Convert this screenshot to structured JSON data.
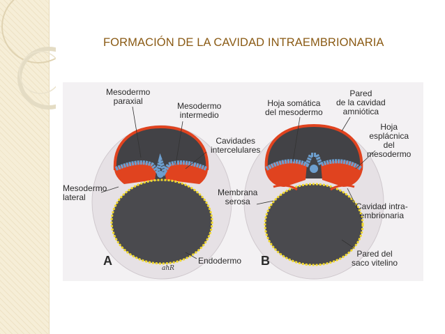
{
  "slide": {
    "title": "FORMACIÓN DE LA CAVIDAD INTRAEMBRIONARIA"
  },
  "figure": {
    "panel_a": {
      "letter": "A",
      "labels": {
        "mesodermo_paraxial": "Mesodermo\nparaxial",
        "mesodermo_intermedio": "Mesodermo\nintermedio",
        "cavidades_intercelulares": "Cavidades\nintercelulares",
        "mesodermo_lateral": "Mesodermo\nlateral",
        "endodermo": "Endodermo"
      },
      "signature": "ahR"
    },
    "panel_b": {
      "letter": "B",
      "labels": {
        "hoja_somatica": "Hoja somática\ndel mesodermo",
        "pared_cavidad_amniotica": "Pared\nde la cavidad\namniótica",
        "hoja_esplacnica": "Hoja\nesplácnica\ndel\nmesodermo",
        "membrana_serosa": "Membrana\nserosa",
        "cavidad_intraembrionaria": "Cavidad intra-\nembrionaria",
        "pared_saco_vitelino": "Pared del\nsaco vitelino"
      }
    },
    "colors": {
      "mesoderm": "#e0431f",
      "ectoderm": "#6d9fcf",
      "endoderm": "#f1d82c",
      "amniotic_cavity": "#424246",
      "yolk_sac": "#4a4a4e",
      "outer_membrane": "#e8e2e6"
    }
  }
}
